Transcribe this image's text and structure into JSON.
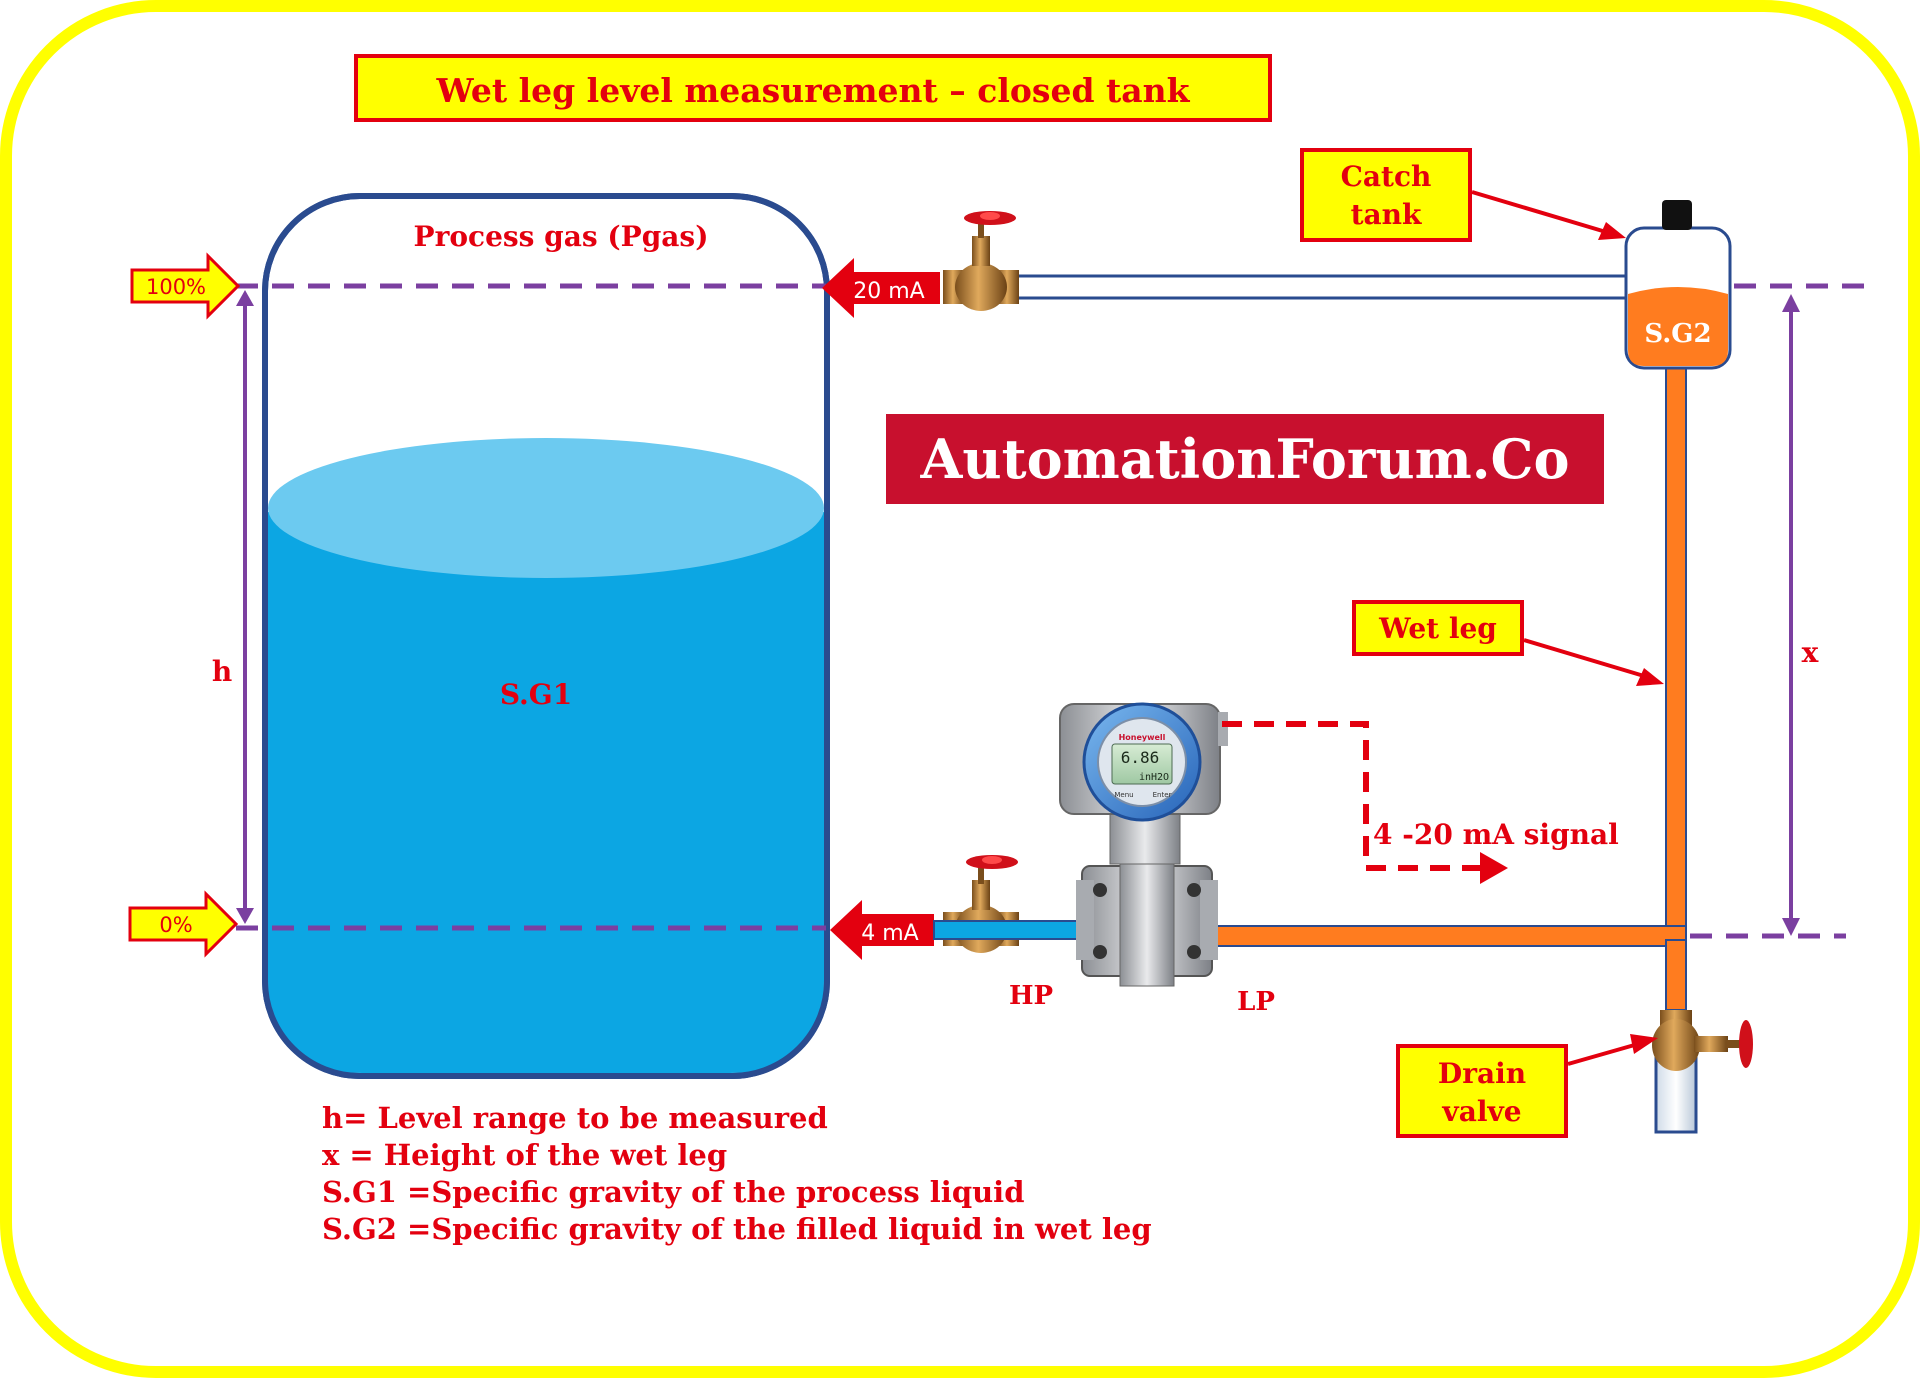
{
  "title": "Wet leg level measurement – closed tank",
  "brand": "AutomationForum.Co",
  "tank": {
    "gas_label": "Process gas (Pgas)",
    "liquid_label": "S.G1"
  },
  "level_markers": {
    "top": "100%",
    "bottom": "0%"
  },
  "current_tags": {
    "top": "20 mA",
    "bottom": "4 mA"
  },
  "dimensions": {
    "h": "h",
    "x": "x"
  },
  "catch_tank": {
    "callout_line1": "Catch",
    "callout_line2": "tank",
    "fluid_label": "S.G2"
  },
  "wet_leg_callout": "Wet leg",
  "drain_valve": {
    "line1": "Drain",
    "line2": "valve"
  },
  "transmitter": {
    "brand": "Honeywell",
    "display_value": "6.86",
    "display_unit": "inH2O",
    "btn_left": "Menu",
    "btn_right": "Enter",
    "hp_label": "HP",
    "lp_label": "LP"
  },
  "signal_label": "4 -20 mA signal",
  "legend": [
    "h= Level range to be measured",
    "x = Height of the wet leg",
    "S.G1 =Specific gravity of the process liquid",
    "S.G2 =Specific gravity of the filled liquid in wet leg"
  ],
  "colors": {
    "frame": "#ffff00",
    "label_red": "#e3000f",
    "callout_fill": "#ffff00",
    "tank_outline": "#2a4b8f",
    "liquid": "#0ca6e3",
    "liquid_top": "#6ccaf0",
    "wet_leg": "#ff7c1f",
    "dashed_level": "#7b3fa0",
    "brand_box": "#c8102e"
  }
}
